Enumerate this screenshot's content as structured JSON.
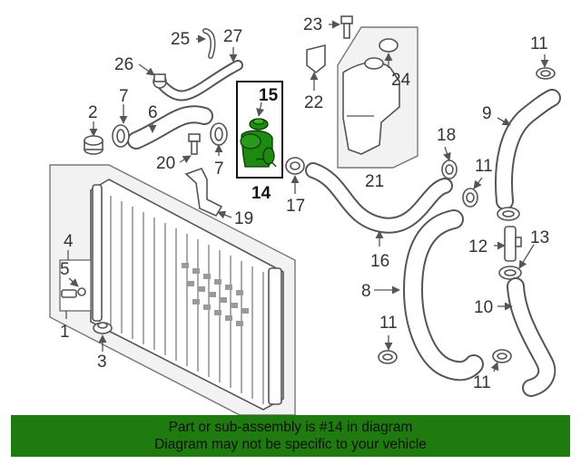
{
  "callouts": {
    "c1": "1",
    "c2": "2",
    "c3": "3",
    "c4": "4",
    "c5": "5",
    "c6": "6",
    "c7a": "7",
    "c7b": "7",
    "c8": "8",
    "c9": "9",
    "c10": "10",
    "c11a": "11",
    "c11b": "11",
    "c11c": "11",
    "c11d": "11",
    "c12": "12",
    "c13": "13",
    "c14": "14",
    "c15": "15",
    "c16": "16",
    "c17": "17",
    "c18": "18",
    "c19": "19",
    "c20": "20",
    "c21": "21",
    "c22": "22",
    "c23": "23",
    "c24": "24",
    "c25": "25",
    "c26": "26",
    "c27": "27"
  },
  "highlight": {
    "part": "14",
    "color": "#1f8a12"
  },
  "banner": {
    "line1": "Part or sub-assembly is #14 in diagram",
    "line2": "Diagram may not be specific to your vehicle",
    "color": "#1f7a0f"
  }
}
